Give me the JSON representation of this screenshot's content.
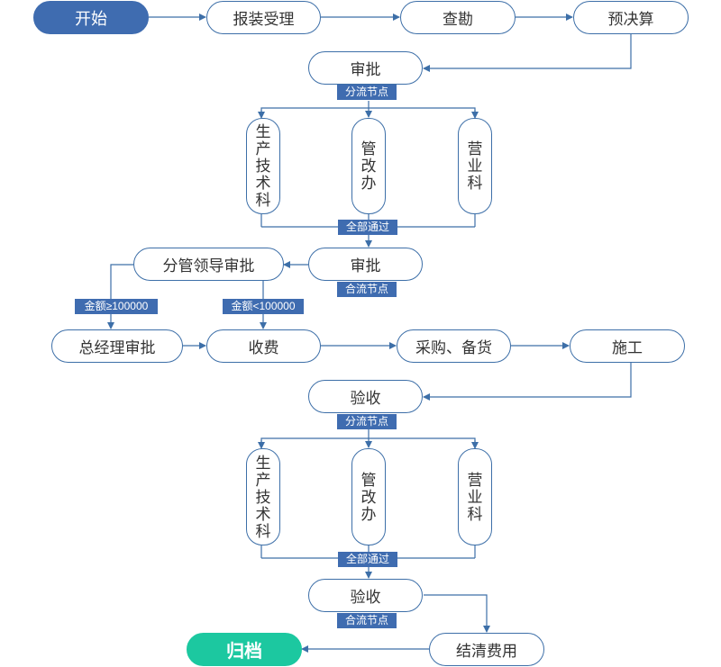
{
  "colors": {
    "line": "#3d6fa8",
    "start_fill": "#3f6cb0",
    "end_fill": "#1cc8a0",
    "tag_fill": "#3f6cb0"
  },
  "nodes": {
    "start": "开始",
    "apply": "报装受理",
    "survey": "查勘",
    "budget": "预决算",
    "approve1": "审批",
    "prod1": "生产技术科",
    "office1": "管改办",
    "sales1": "营业科",
    "approve2": "审批",
    "manager_approve": "分管领导审批",
    "gm_approve": "总经理审批",
    "charge": "收费",
    "purchase": "采购、备货",
    "construct": "施工",
    "inspect1": "验收",
    "prod2": "生产技术科",
    "office2": "管改办",
    "sales2": "营业科",
    "inspect2": "验收",
    "settle": "结清费用",
    "archive": "归档"
  },
  "tags": {
    "split1": "分流节点",
    "pass1": "全部通过",
    "merge1": "合流节点",
    "amount_gte": "金额≥100000",
    "amount_lt": "金额<100000",
    "split2": "分流节点",
    "pass2": "全部通过",
    "merge2": "合流节点"
  }
}
